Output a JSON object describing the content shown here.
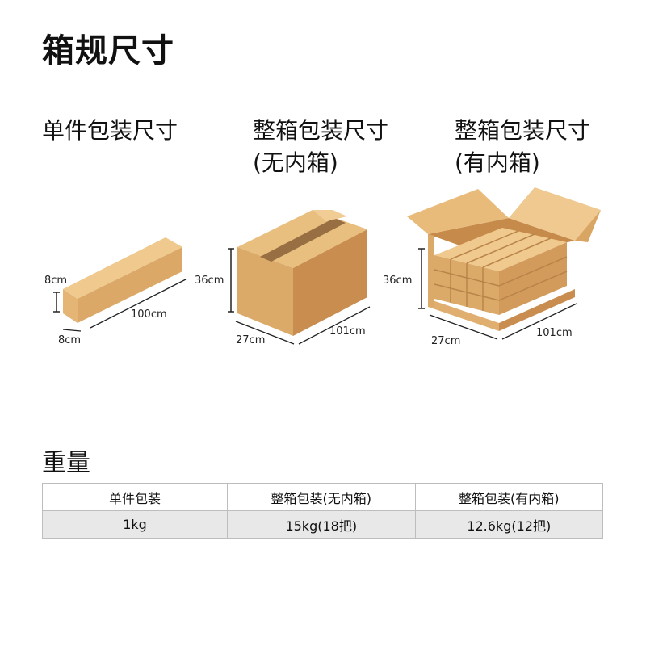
{
  "title": "箱规尺寸",
  "columns": [
    {
      "title_line1": "单件包装尺寸",
      "title_line2": ""
    },
    {
      "title_line1": "整箱包装尺寸",
      "title_line2": "(无内箱)"
    },
    {
      "title_line1": "整箱包装尺寸",
      "title_line2": "(有内箱)"
    }
  ],
  "dimensions": {
    "single": {
      "height": "8cm",
      "width": "8cm",
      "length": "100cm"
    },
    "box_no_inner": {
      "height": "36cm",
      "width": "27cm",
      "length": "101cm"
    },
    "box_inner": {
      "height": "36cm",
      "width": "27cm",
      "length": "101cm"
    }
  },
  "weight": {
    "title": "重量",
    "headers": [
      "单件包装",
      "整箱包装(无内箱)",
      "整箱包装(有内箱)"
    ],
    "values": [
      "1kg",
      "15kg(18把)",
      "12.6kg(12把)"
    ]
  },
  "colors": {
    "cardboard_light": "#e9bf7f",
    "cardboard_mid": "#d8a664",
    "cardboard_dark": "#c68a4a",
    "tape": "#8a6038",
    "table_row": "#e8e8e8"
  }
}
